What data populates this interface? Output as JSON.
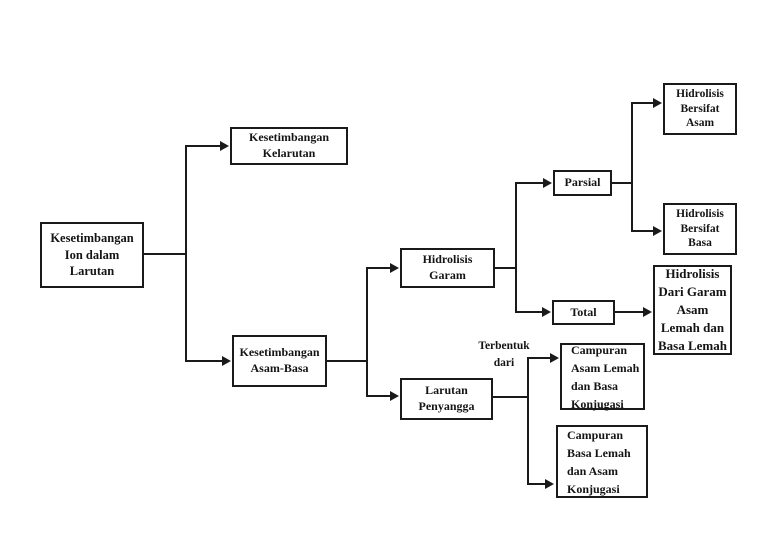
{
  "diagram": {
    "type": "concept-map",
    "language": "Indonesian",
    "nodes": {
      "root": "Kesetimbangan\nIon dalam\nLarutan",
      "kelarutan": "Kesetimbangan\nKelarutan",
      "asam_basa": "Kesetimbangan\nAsam-Basa",
      "hidrolisis_garam": "Hidrolisis\nGaram",
      "larutan_penyangga": "Larutan\nPenyangga",
      "parsial": "Parsial",
      "total": "Total",
      "hidrolisis_bersifat_asam": "Hidrolisis\nBersifat\nAsam",
      "hidrolisis_bersifat_basa": "Hidrolisis\nBersifat\nBasa",
      "hidrolisis_garam_lemah": "Hidrolisis\nDari Garam\nAsam\nLemah dan\nBasa Lemah",
      "campuran_asam_lemah": "Campuran\nAsam Lemah\ndan Basa\nKonjugasi",
      "campuran_basa_lemah": "Campuran\nBasa Lemah\ndan Asam\nKonjugasi",
      "terbentuk_dari": "Terbentuk\ndari"
    },
    "edges": [
      "root -> kelarutan",
      "root -> asam_basa",
      "asam_basa -> hidrolisis_garam",
      "asam_basa -> larutan_penyangga",
      "hidrolisis_garam -> parsial",
      "hidrolisis_garam -> total",
      "parsial -> hidrolisis_bersifat_asam",
      "parsial -> hidrolisis_bersifat_basa",
      "total -> hidrolisis_garam_lemah",
      "larutan_penyangga -> campuran_asam_lemah (Terbentuk dari)",
      "larutan_penyangga -> campuran_basa_lemah (Terbentuk dari)"
    ],
    "colors": {
      "line": "#1a1a1a",
      "box_border": "#1a1a1a",
      "text": "#141414",
      "background": "#ffffff"
    }
  }
}
